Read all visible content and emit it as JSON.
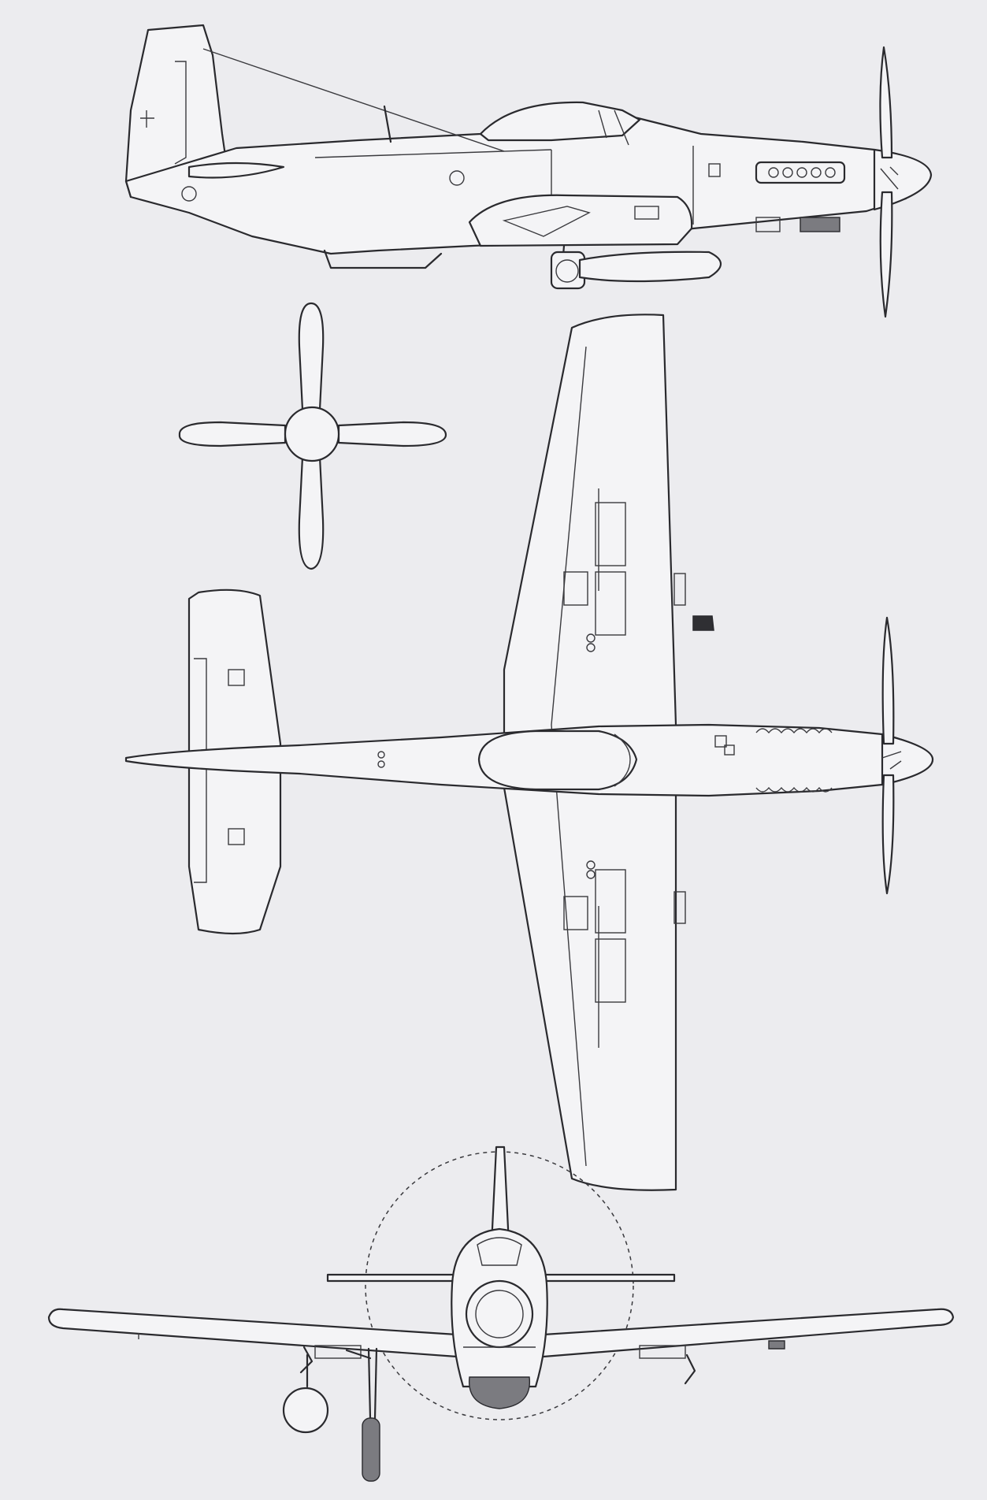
{
  "drawing": {
    "views": [
      "side-view",
      "propeller-front-view",
      "top-view",
      "front-view"
    ],
    "colors": {
      "background": "#ececef",
      "line": "#2a2a2e",
      "fill": "#f4f4f6"
    }
  }
}
